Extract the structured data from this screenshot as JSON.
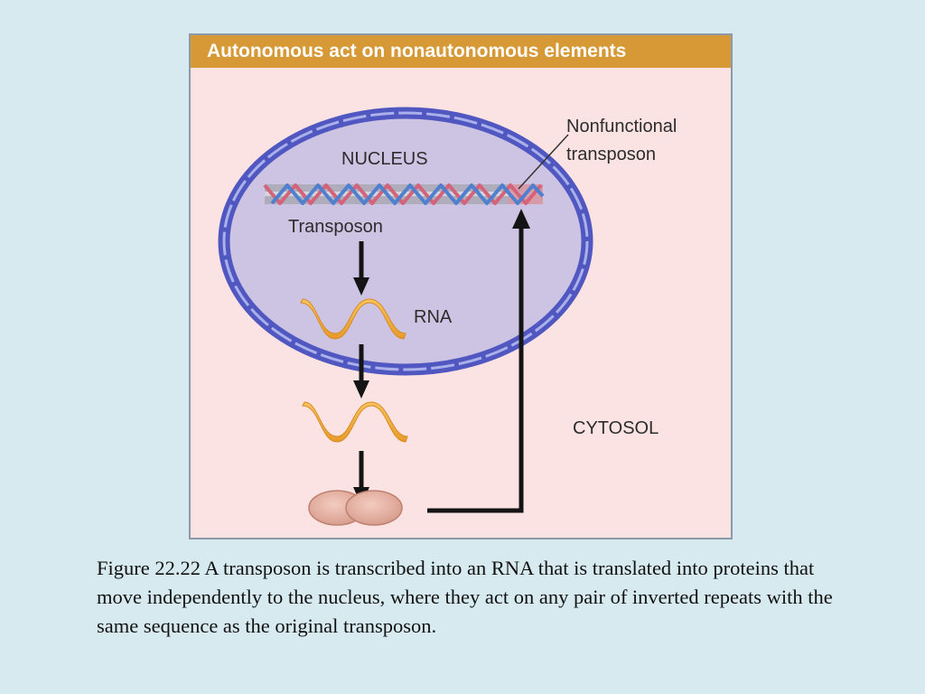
{
  "diagram": {
    "header": "Autonomous act on nonautonomous elements",
    "labels": {
      "nucleus": "NUCLEUS",
      "nonfunctional_line1": "Nonfunctional",
      "nonfunctional_line2": "transposon",
      "transposon": "Transposon",
      "rna": "RNA",
      "cytosol": "CYTOSOL"
    },
    "colors": {
      "header_bg": "#d79836",
      "panel_bg": "#fbe3e3",
      "nucleus_fill": "#cdc3e3",
      "nucleus_outline": "#5057c0",
      "rna": "#f2a93b",
      "protein": "#e7b1a3",
      "dna_red": "#d4627a",
      "dna_blue": "#4f7fcf"
    }
  },
  "caption": "Figure 22.22  A transposon is transcribed into an RNA that is translated into proteins that move independently to the nucleus, where they act on any pair of inverted repeats with the same sequence as the original transposon."
}
